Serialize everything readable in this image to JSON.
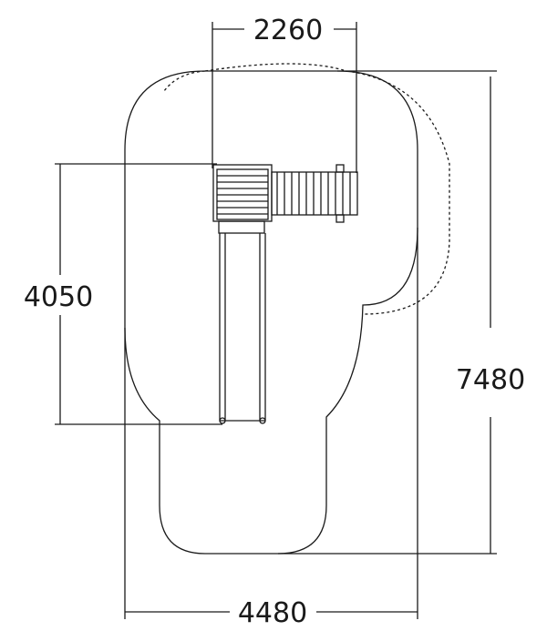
{
  "drawing": {
    "dimensions": {
      "top_width": "2260",
      "left_height": "4050",
      "right_height": "7480",
      "bottom_width": "4480"
    },
    "colors": {
      "line": "#1a1a1a",
      "background": "#ffffff"
    },
    "components": [
      "safety-zone-outline",
      "alternate-zone-dashed",
      "tower-deck",
      "slide",
      "bridge"
    ]
  }
}
